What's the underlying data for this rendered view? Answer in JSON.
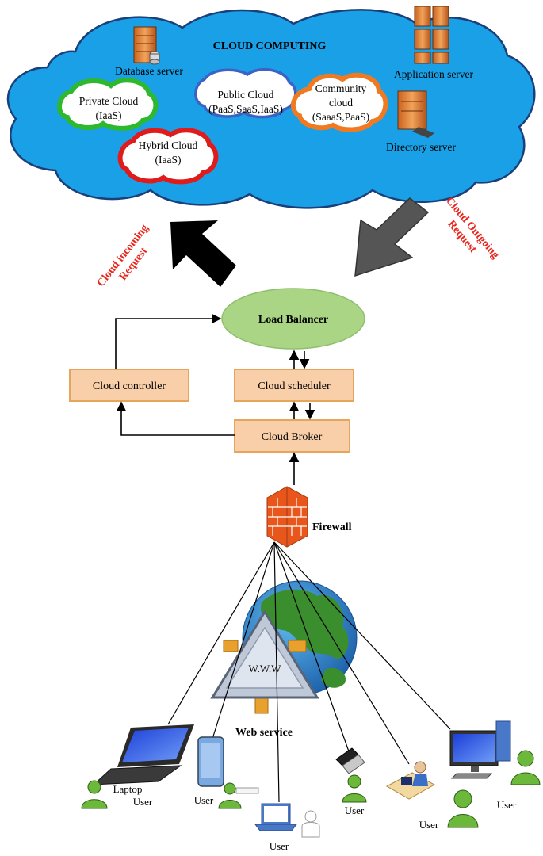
{
  "cloud": {
    "title": "CLOUD COMPUTING",
    "database_server": "Database server",
    "application_server": "Application server",
    "directory_server": "Directory server",
    "private_cloud": [
      "Private Cloud",
      "(IaaS)"
    ],
    "public_cloud": [
      "Public Cloud",
      "(PaaS,SaaS,IaaS)"
    ],
    "community_cloud": [
      "Community",
      "cloud",
      "(SaaaS,PaaS)"
    ],
    "hybrid_cloud": [
      "Hybrid Cloud",
      "(IaaS)"
    ]
  },
  "arrows": {
    "incoming": [
      "Cloud incoming",
      "Request"
    ],
    "outgoing": [
      "Cloud Outgoing",
      "Request"
    ]
  },
  "components": {
    "load_balancer": "Load Balancer",
    "cloud_controller": "Cloud controller",
    "cloud_scheduler": "Cloud scheduler",
    "cloud_broker": "Cloud Broker",
    "firewall": "Firewall",
    "www": "W.W.W",
    "web_service": "Web service"
  },
  "users": {
    "laptop_label": "Laptop",
    "user": "User"
  },
  "colors": {
    "cloud_fill": "#1aa0e6",
    "cloud_stroke": "#1a3f7a",
    "private_border": "#2eb82e",
    "public_border": "#3b62c4",
    "community_border": "#f07a22",
    "hybrid_border": "#e01b1b",
    "box_fill": "#f8cfa8",
    "box_stroke": "#e6a55a",
    "load_balancer_fill": "#a9d585",
    "incoming_arrow": "#000000",
    "outgoing_arrow": "#555555",
    "label_red": "#e8261c",
    "firewall_red": "#e8561c",
    "user_green": "#6bb83b"
  }
}
